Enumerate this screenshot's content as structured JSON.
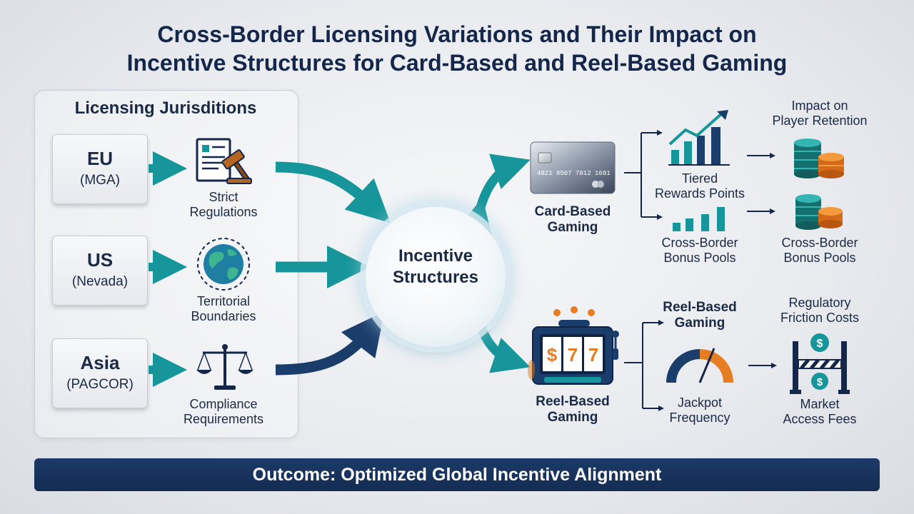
{
  "title": {
    "line1": "Cross-Border Licensing Variations and Their Impact on",
    "line2": "Incentive Structures for Card-Based and Reel-Based Gaming"
  },
  "jurisdictions": {
    "heading": "Licensing Jurisditions",
    "items": [
      {
        "code": "EU",
        "body": "(MGA)",
        "icon": "legal-document-gavel-icon",
        "label_1": "Strict",
        "label_2": "Regulations"
      },
      {
        "code": "US",
        "body": "(Nevada)",
        "icon": "globe-icon",
        "label_1": "Territorial",
        "label_2": "Boundaries"
      },
      {
        "code": "Asia",
        "body": "(PAGCOR)",
        "icon": "scales-icon",
        "label_1": "Compliance",
        "label_2": "Requirements"
      }
    ]
  },
  "center": {
    "line1": "Incentive",
    "line2": "Structures"
  },
  "card": {
    "icon": "credit-card-icon",
    "label_1": "Card-Based",
    "label_2": "Gaming",
    "card_number": "4821 8507 7812 1681",
    "tiered_1": "Tiered",
    "tiered_2": "Rewards Points",
    "bonus_1": "Cross-Border",
    "bonus_2": "Bonus Pools",
    "retention_1": "Impact on",
    "retention_2": "Player Retention",
    "pools_1": "Cross-Border",
    "pools_2": "Bonus Pools"
  },
  "reel": {
    "icon": "slot-machine-icon",
    "label_1": "Reel-Based",
    "label_2": "Gaming",
    "slot_symbols": [
      "$",
      "7",
      "7"
    ],
    "heading_1": "Reel-Based",
    "heading_2": "Gaming",
    "jackpot_1": "Jackpot",
    "jackpot_2": "Frequency",
    "friction_1": "Regulatory",
    "friction_2": "Friction Costs",
    "fees_1": "Market",
    "fees_2": "Access Fees"
  },
  "outcome": "Outcome: Optimized Global Incentive Alignment",
  "colors": {
    "teal": "#16969a",
    "navy": "#14274a",
    "orange": "#e67d22",
    "accent_blue": "#1e4f86"
  }
}
